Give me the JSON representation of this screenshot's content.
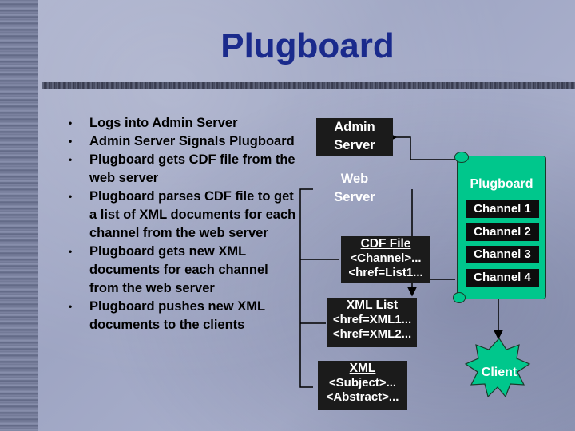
{
  "slide": {
    "title": "Plugboard",
    "bullets": [
      "Logs into Admin Server",
      "Admin Server Signals Plugboard",
      "Plugboard gets CDF file from the web server",
      "Plugboard parses CDF file to get a list of XML documents for each channel from the web server",
      "Plugboard gets new XML documents for each channel from the web server",
      "Plugboard pushes new XML documents to the clients"
    ],
    "bullet_glyph": "•"
  },
  "diagram": {
    "admin_server": [
      "Admin",
      "Server"
    ],
    "web_server": [
      "Web",
      "Server"
    ],
    "cdf_file": {
      "header": "CDF File",
      "lines": [
        "<Channel>...",
        "<href=List1..."
      ]
    },
    "xml_list": {
      "header": "XML List",
      "lines": [
        "<href=XML1...",
        "<href=XML2..."
      ]
    },
    "xml": {
      "header": "XML",
      "lines": [
        "<Subject>...",
        "<Abstract>..."
      ]
    },
    "plugboard": {
      "title": "Plugboard",
      "channels": [
        "Channel 1",
        "Channel 2",
        "Channel 3",
        "Channel 4"
      ]
    },
    "client": "Client",
    "colors": {
      "scroll": "#00c78c",
      "star": "#00c78c",
      "title": "#1a2a8c",
      "box": "#1b1b1b"
    }
  }
}
